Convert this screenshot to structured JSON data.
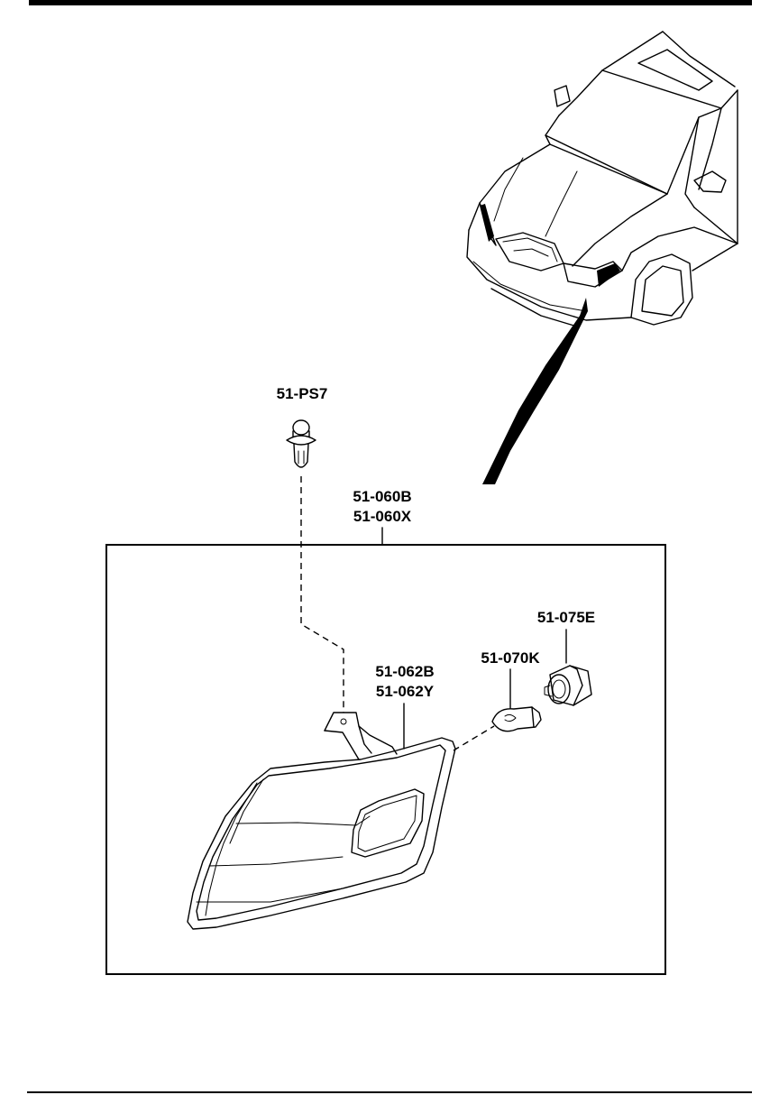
{
  "parts": {
    "clip": "51-PS7",
    "lamp_assembly_1": "51-060B",
    "lamp_assembly_2": "51-060X",
    "lens_housing_1": "51-062B",
    "lens_housing_2": "51-062Y",
    "bulb": "51-070K",
    "socket": "51-075E"
  },
  "colors": {
    "line": "#000000",
    "background": "#ffffff"
  }
}
